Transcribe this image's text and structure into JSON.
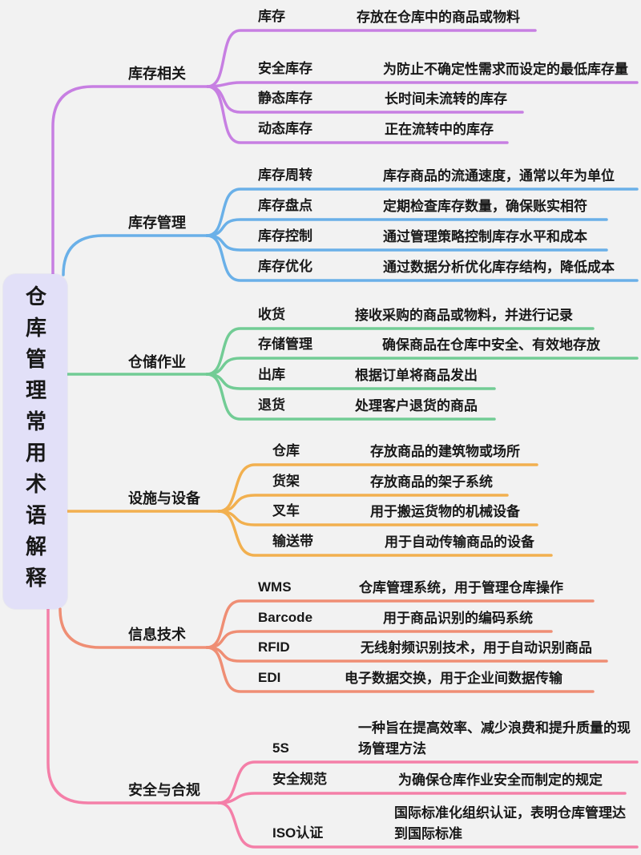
{
  "background": "#f2f2f2",
  "root": {
    "title": "仓库管理常用术语解释",
    "fill": "#e2e0f8"
  },
  "branches": [
    {
      "label": "库存相关",
      "color": "#c77fe2",
      "children": [
        {
          "term": "库存",
          "desc": "存放在仓库中的商品或物料"
        },
        {
          "term": "安全库存",
          "desc": "为防止不确定性需求而设定的最低库存量"
        },
        {
          "term": "静态库存",
          "desc": "长时间未流转的库存"
        },
        {
          "term": "动态库存",
          "desc": "正在流转中的库存"
        }
      ]
    },
    {
      "label": "库存管理",
      "color": "#6ab0e8",
      "children": [
        {
          "term": "库存周转",
          "desc": "库存商品的流通速度，通常以年为单位"
        },
        {
          "term": "库存盘点",
          "desc": "定期检查库存数量，确保账实相符"
        },
        {
          "term": "库存控制",
          "desc": "通过管理策略控制库存水平和成本"
        },
        {
          "term": "库存优化",
          "desc": "通过数据分析优化库存结构，降低成本"
        }
      ]
    },
    {
      "label": "仓储作业",
      "color": "#72cc95",
      "children": [
        {
          "term": "收货",
          "desc": "接收采购的商品或物料，并进行记录"
        },
        {
          "term": "存储管理",
          "desc": "确保商品在仓库中安全、有效地存放"
        },
        {
          "term": "出库",
          "desc": "根据订单将商品发出"
        },
        {
          "term": "退货",
          "desc": "处理客户退货的商品"
        }
      ]
    },
    {
      "label": "设施与设备",
      "color": "#f2b04f",
      "children": [
        {
          "term": "仓库",
          "desc": "存放商品的建筑物或场所"
        },
        {
          "term": "货架",
          "desc": "存放商品的架子系统"
        },
        {
          "term": "叉车",
          "desc": "用于搬运货物的机械设备"
        },
        {
          "term": "输送带",
          "desc": "用于自动传输商品的设备"
        }
      ]
    },
    {
      "label": "信息技术",
      "color": "#ef8e74",
      "children": [
        {
          "term": "WMS",
          "desc": "仓库管理系统，用于管理仓库操作"
        },
        {
          "term": "Barcode",
          "desc": "用于商品识别的编码系统"
        },
        {
          "term": "RFID",
          "desc": "无线射频识别技术，用于自动识别商品"
        },
        {
          "term": "EDI",
          "desc": "电子数据交换，用于企业间数据传输"
        }
      ]
    },
    {
      "label": "安全与合规",
      "color": "#f47fa8",
      "children": [
        {
          "term": "5S",
          "desc": "一种旨在提高效率、减少浪费和提升质量的现场管理方法"
        },
        {
          "term": "安全规范",
          "desc": "为确保仓库作业安全而制定的规定"
        },
        {
          "term": "ISO认证",
          "desc": "国际标准化组织认证，表明仓库管理达到国际标准"
        }
      ]
    }
  ]
}
